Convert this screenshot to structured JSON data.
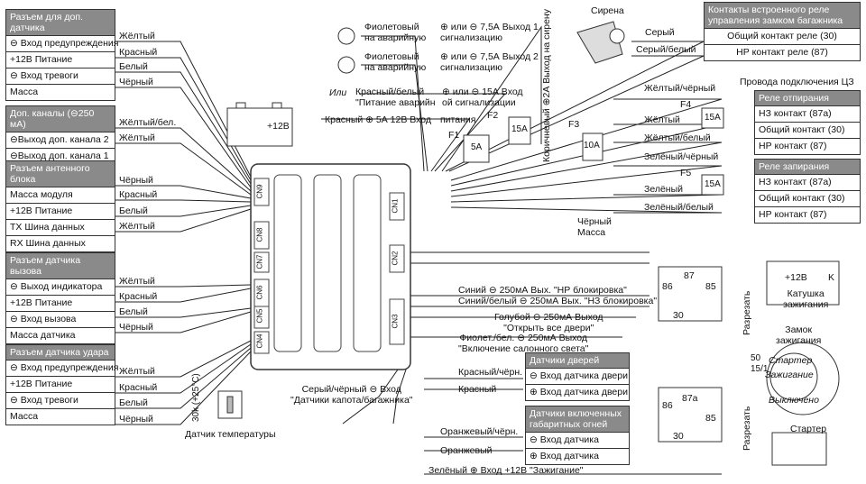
{
  "boxes": {
    "extra_sensor": {
      "title": "Разъем для доп. датчика",
      "rows": [
        "⊖ Вход предупреждения",
        "+12В Питание",
        "⊖ Вход тревоги",
        "Масса"
      ]
    },
    "extra_channels": {
      "title": "Доп. каналы (⊖250 мА)",
      "rows": [
        "⊖Выход доп. канала 2",
        "⊖Выход доп. канала 1"
      ]
    },
    "antenna": {
      "title": "Разъем антенного блока",
      "rows": [
        "Масса модуля",
        "+12В Питание",
        "TX Шина данных",
        "RX Шина данных"
      ]
    },
    "call_sensor": {
      "title": "Разъем датчика вызова",
      "rows": [
        "⊖ Выход индикатора",
        "+12В Питание",
        "⊖ Вход вызова",
        "Масса датчика"
      ]
    },
    "shock_sensor": {
      "title": "Разъем датчика удара",
      "rows": [
        "⊖ Вход предупреждения",
        "+12В Питание",
        "⊖ Вход тревоги",
        "Масса"
      ]
    },
    "trunk_relay": {
      "title": "Контакты встроенного реле управления замком багажника",
      "rows": [
        "Общий контакт реле (30)",
        "НР контакт реле (87)"
      ]
    },
    "unlock_relay": {
      "title": "Реле отпирания",
      "rows": [
        "НЗ контакт (87a)",
        "Общий контакт (30)",
        "НР контакт (87)"
      ]
    },
    "lock_relay": {
      "title": "Реле запирания",
      "rows": [
        "НЗ контакт (87a)",
        "Общий контакт (30)",
        "НР контакт (87)"
      ]
    },
    "door_sensors": {
      "title": "Датчики дверей",
      "rows": [
        "⊖ Вход датчика двери",
        "⊕ Вход датчика двери"
      ]
    },
    "lights_sensors": {
      "title": "Датчики включенных габаритных огней",
      "rows": [
        "⊖ Вход датчика",
        "⊕ Вход датчика"
      ]
    }
  },
  "wires_left": {
    "extra_sensor": [
      "Жёлтый",
      "Красный",
      "Белый",
      "Чёрный"
    ],
    "extra_channels": [
      "Жёлтый/бел.",
      "Жёлтый"
    ],
    "antenna": [
      "Чёрный",
      "Красный",
      "Белый",
      "Жёлтый"
    ],
    "call_sensor": [
      "Жёлтый",
      "Красный",
      "Белый",
      "Чёрный"
    ],
    "shock_sensor": [
      "Жёлтый",
      "Красный",
      "Белый",
      "Чёрный"
    ]
  },
  "top_labels": {
    "violet1": "Фиолетовый\nна аварийную",
    "out1": "⊕ или ⊖ 7,5А Выход 1\nсигнализацию",
    "violet2": "Фиолетовый\nна аварийную",
    "out2": "⊕ или ⊖ 7,5А Выход 2\nсигнализацию",
    "or": "Или",
    "red_white": "Красный/белый\n\"Питание аварийн",
    "in15": "⊕ или ⊖ 15А Вход\nой сигнализации",
    "red5": "Красный ⊕ 5А 12В Вход",
    "power": "питания",
    "battery": "+12В",
    "brown": "Коричневый ⊕2А Выход на сирену",
    "siren": "Сирена",
    "grey": "Серый",
    "grey_white": "Серый/белый",
    "black_ground": "Чёрный\nМасса",
    "f1": "F1",
    "f2": "F2",
    "f3": "F3",
    "f4": "F4",
    "f5": "F5",
    "fuse5": "5A",
    "fuse15a": "15A",
    "fuse10": "10A",
    "fuse15b": "15A",
    "fuse15c": "15A",
    "cz": "Провода подключения ЦЗ",
    "yb": "Жёлтый/чёрный",
    "y": "Жёлтый",
    "yw": "Жёлтый/белый",
    "gb": "Зелёный/чёрный",
    "g": "Зелёный",
    "gw": "Зелёный/белый"
  },
  "right_labels": {
    "blue": "Синий ⊖ 250мА Вых. \"НР блокировка\"",
    "blue_white": "Синий/белый ⊖ 250мА Вых. \"НЗ блокировка\"",
    "light_blue": "Голубой ⊖ 250мА Выход\n\"Открыть все двери\"",
    "violet_white": "Фиолет./бел. ⊖ 250мА Выход\n\"Включение салонного света\"",
    "red_black": "Красный/чёрн.",
    "red": "Красный",
    "orange_black": "Оранжевый/чёрн.",
    "orange": "Оранжевый",
    "green_ign": "Зелёный ⊕ Вход +12В \"Зажигание\"",
    "hood": "Серый/чёрный ⊖ Вход\n\"Датчики капота/багажника\"",
    "temp": "Датчик температуры",
    "temp_k": "30k (+25°C)",
    "cut1": "Разрезать",
    "cut2": "Разрезать",
    "coil_plus": "+12В",
    "coil_k": "K",
    "coil": "Катушка\nзажигания",
    "lock": "Замок\nзажигания",
    "starter_lbl": "Стартер",
    "ign_lbl": "Зажигание",
    "off_lbl": "Выключено",
    "starter": "Стартер",
    "n50": "50",
    "n151": "15/1",
    "r86a": "86",
    "r87a": "87",
    "r85a": "85",
    "r30a": "30",
    "r86b": "86",
    "r87b": "87a",
    "r85b": "85",
    "r30b": "30"
  },
  "connectors": [
    "CN9",
    "CN8",
    "CN7",
    "CN6",
    "CN5",
    "CN4",
    "CN1",
    "CN2",
    "CN3"
  ]
}
